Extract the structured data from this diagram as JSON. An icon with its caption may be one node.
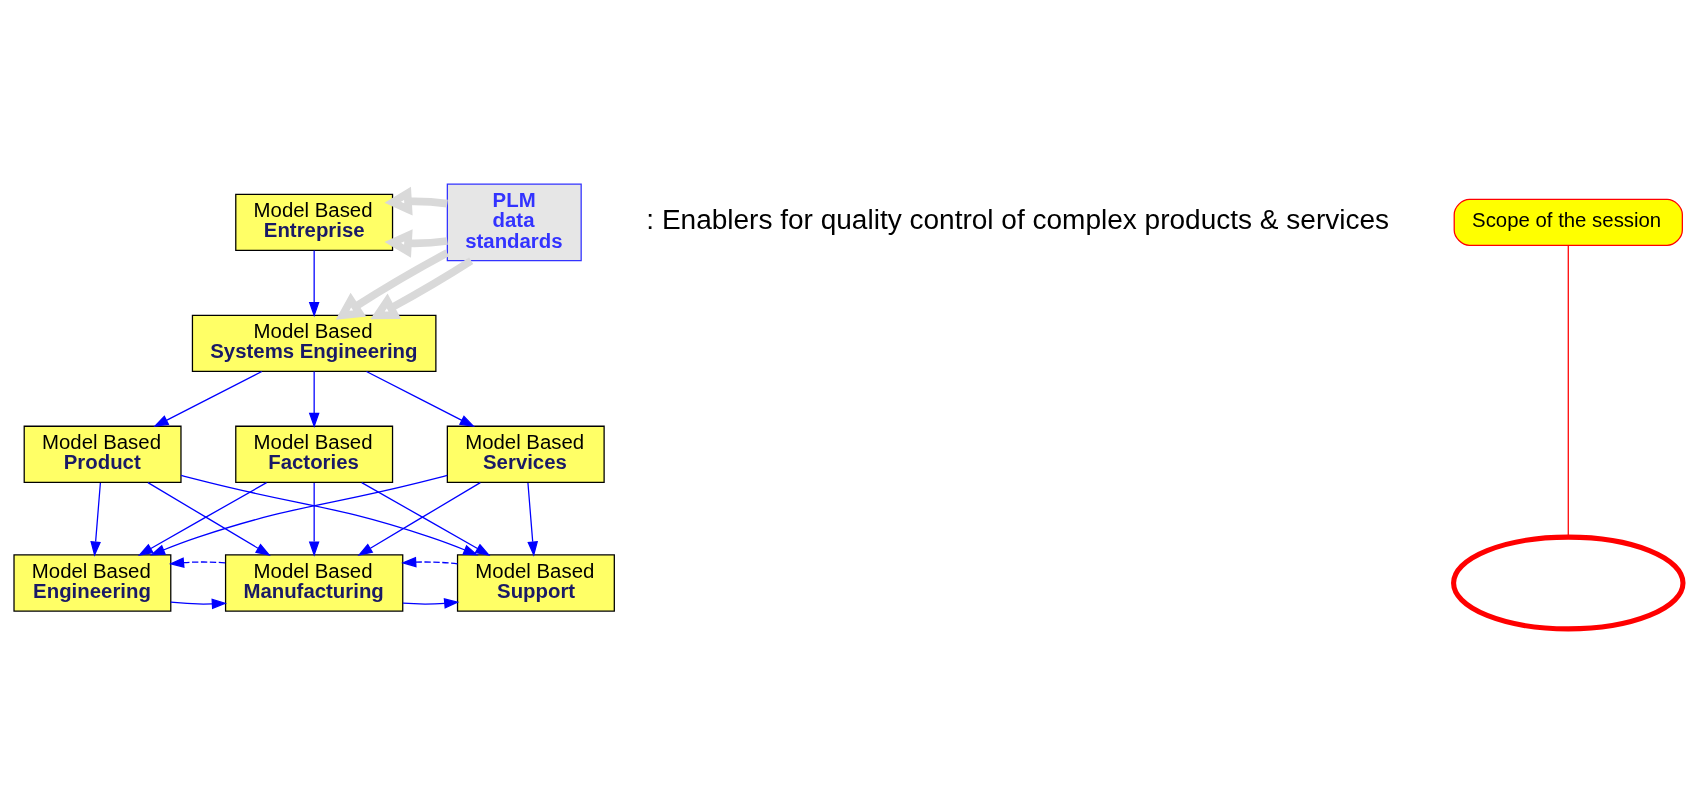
{
  "diagram": {
    "nodes": [
      {
        "text": [
          "Model Based",
          "Entreprise"
        ]
      },
      {
        "text": [
          "Model Based",
          "Systems Engineering"
        ]
      },
      {
        "text": [
          "Model Based",
          "Product"
        ]
      },
      {
        "text": [
          "Model Based",
          "Factories"
        ]
      },
      {
        "text": [
          "Model Based",
          "Services"
        ]
      },
      {
        "text": [
          "Model Based",
          "Engineering"
        ]
      },
      {
        "text": [
          "Model Based",
          "Manufacturing"
        ]
      },
      {
        "text": [
          "Model Based",
          "Support"
        ]
      },
      {
        "text": [
          "PLM data standards"
        ]
      },
      {
        "text": [
          "Scope of the session"
        ]
      },
      {
        "text": [],
        "shape": "ellipse"
      }
    ],
    "edges": [
      {
        "from": 0,
        "to": 1,
        "arrow": "to"
      },
      {
        "from": 1,
        "to": 2,
        "arrow": "to"
      },
      {
        "from": 1,
        "to": 3,
        "arrow": "to"
      },
      {
        "from": 1,
        "to": 4,
        "arrow": "to"
      },
      {
        "from": 2,
        "to": 5,
        "arrow": "to"
      },
      {
        "from": 2,
        "to": 6,
        "arrow": "to"
      },
      {
        "from": 2,
        "to": 7,
        "arrow": "to"
      },
      {
        "from": 3,
        "to": 5,
        "arrow": "to"
      },
      {
        "from": 3,
        "to": 6,
        "arrow": "to"
      },
      {
        "from": 3,
        "to": 7,
        "arrow": "to"
      },
      {
        "from": 4,
        "to": 5,
        "arrow": "to"
      },
      {
        "from": 4,
        "to": 6,
        "arrow": "to"
      },
      {
        "from": 4,
        "to": 7,
        "arrow": "to"
      },
      {
        "from": 5,
        "to": 6,
        "arrow": "to"
      },
      {
        "from": 6,
        "to": 5,
        "arrow": "to",
        "style": "dashed"
      },
      {
        "from": 6,
        "to": 7,
        "arrow": "to"
      },
      {
        "from": 7,
        "to": 6,
        "arrow": "to",
        "style": "dashed"
      },
      {
        "from": 8,
        "to": 0,
        "arrow": "to",
        "style": "thick",
        "color": "#d9d9d9"
      },
      {
        "from": 8,
        "to": 0,
        "arrow": "to",
        "style": "thick",
        "color": "#d9d9d9"
      },
      {
        "from": 8,
        "to": 1,
        "arrow": "to",
        "style": "thick",
        "color": "#d9d9d9"
      },
      {
        "from": 8,
        "to": 1,
        "arrow": "to",
        "style": "thick",
        "color": "#d9d9d9"
      },
      {
        "from": 9,
        "to": 10,
        "arrow": "none",
        "color": "#ff0000"
      }
    ],
    "labels": [
      ": Enablers for quality control of complex products & services"
    ]
  }
}
